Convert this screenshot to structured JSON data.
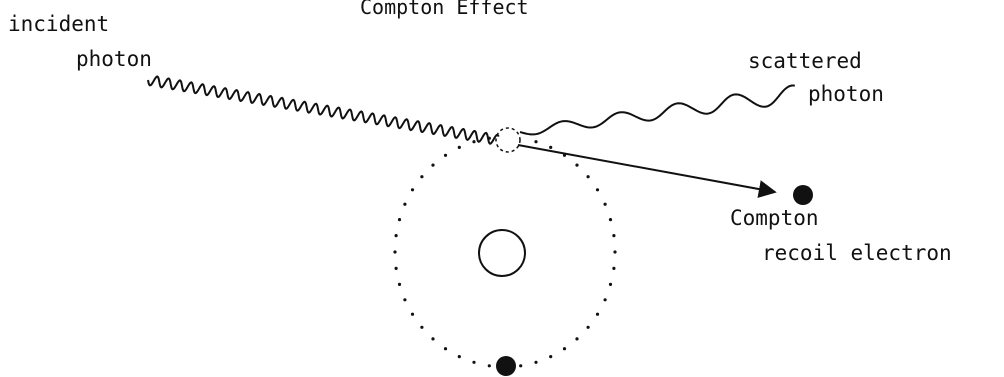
{
  "diagram": {
    "title": "Compton Effect",
    "labels": {
      "incident_line1": "incident",
      "incident_line2": "photon",
      "scattered_line1": "scattered",
      "scattered_line2": "photon",
      "recoil_line1": "Compton",
      "recoil_line2": "recoil electron"
    },
    "colors": {
      "ink": "#111111",
      "background": "#ffffff"
    }
  }
}
